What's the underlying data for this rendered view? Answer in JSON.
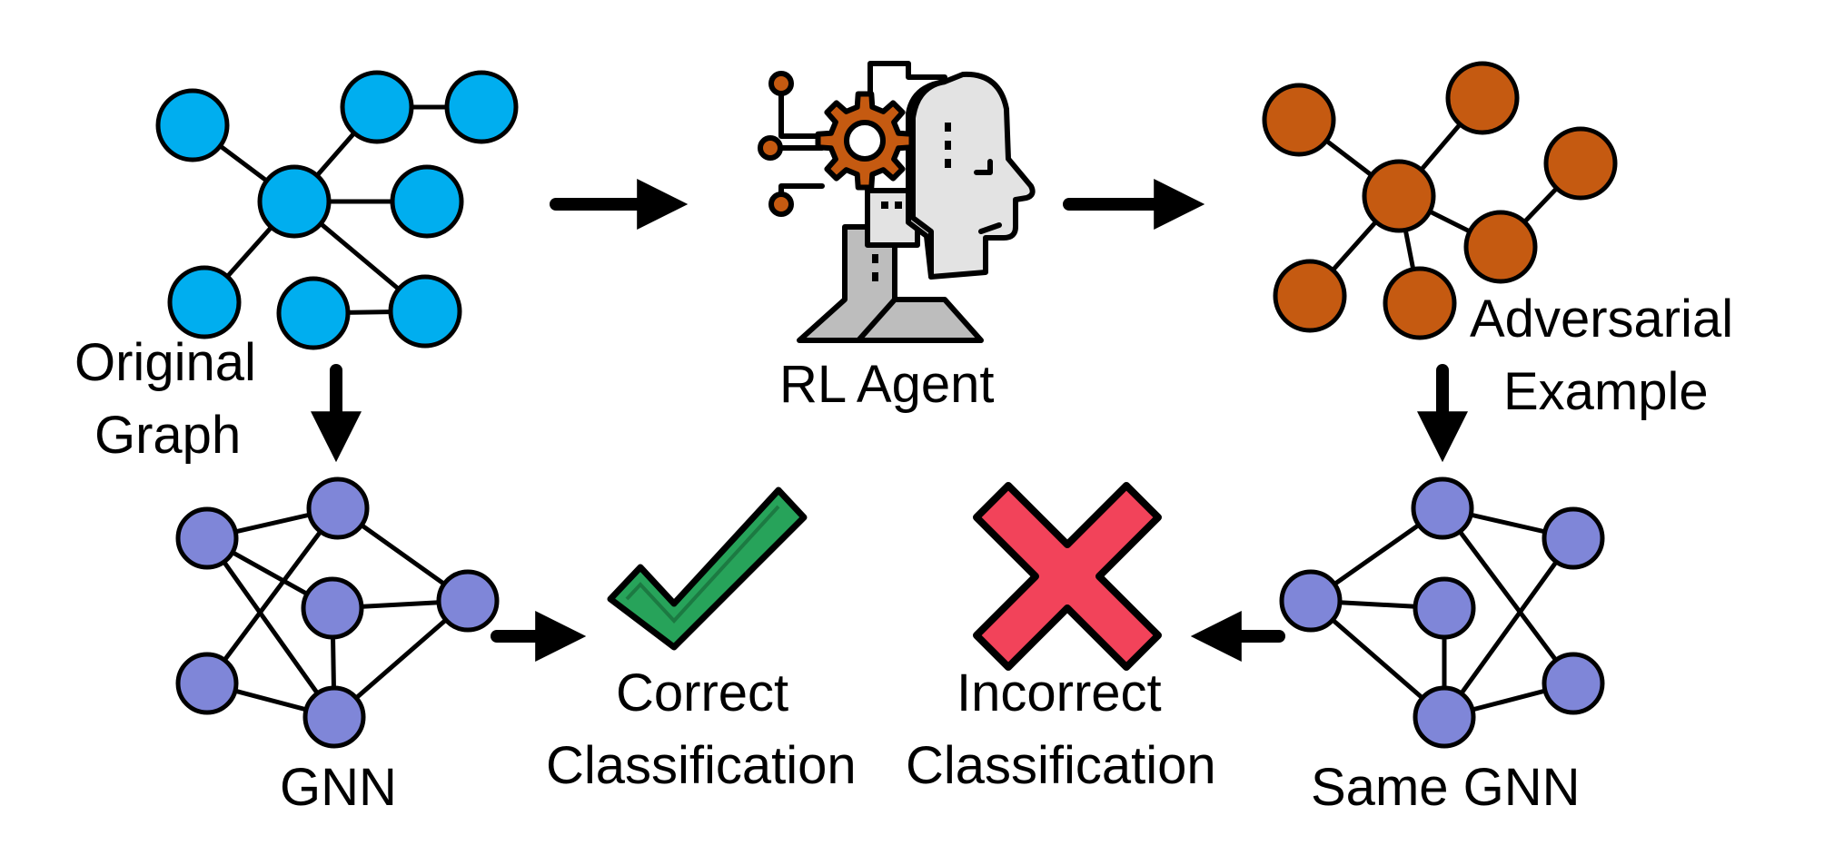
{
  "labels": {
    "original_graph": [
      "Original",
      "Graph"
    ],
    "rl_agent": "RL Agent",
    "adversarial_example": [
      "Adversarial",
      "Example"
    ],
    "gnn": "GNN",
    "same_gnn": "Same GNN",
    "correct_classification": [
      "Correct",
      "Classification"
    ],
    "incorrect_classification": [
      "Incorrect",
      "Classification"
    ]
  },
  "colors": {
    "original_graph_node": "#00AEEF",
    "adversarial_node": "#C55A11",
    "gnn_node": "#7F86D8",
    "check_mark": "#27A35A",
    "cross_mark": "#F2435A",
    "gear": "#C55A11",
    "outline": "#000000"
  },
  "icons": [
    "robot-head-icon",
    "gear-icon",
    "check-mark-icon",
    "cross-mark-icon"
  ]
}
